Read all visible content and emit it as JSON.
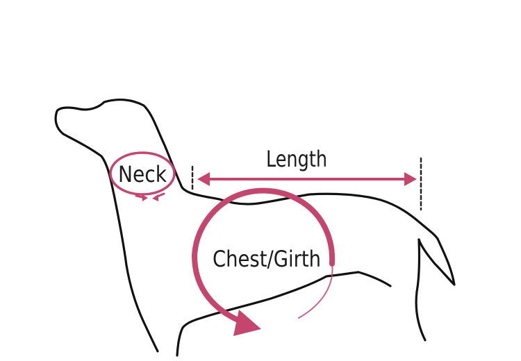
{
  "labels": {
    "neck": "Neck",
    "length": "Length",
    "chest": "Chest/Girth"
  },
  "colors": {
    "accent": "#c4456e",
    "outline": "#111111",
    "background": "#ffffff"
  }
}
